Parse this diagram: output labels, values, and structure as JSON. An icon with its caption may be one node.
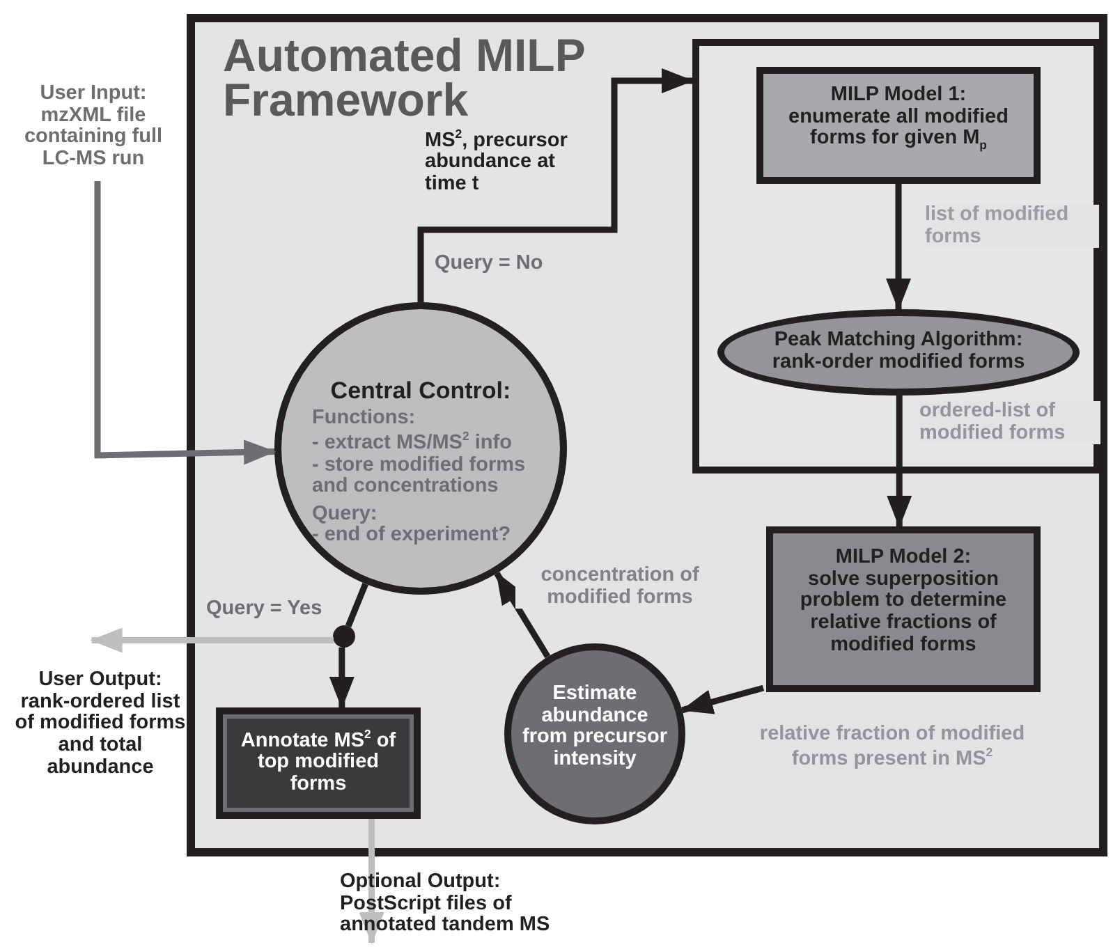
{
  "diagram": {
    "nodes": [
      {
        "text": [
          "Automated MILP Framework"
        ]
      },
      {
        "text": [],
        "shape": "box",
        "in": 0
      },
      {
        "text": [
          "MILP Model 1:",
          "enumerate all modified forms for given M$_{p}$"
        ],
        "in": 1
      },
      {
        "text": [
          "Peak Matching Algorithm:",
          "rank-order modified forms"
        ],
        "in": 1
      },
      {
        "text": [
          "Central Control:",
          "Functions:",
          "- extract MS/MS$^{2}$ info",
          "- store modified forms and concentrations",
          "Query:",
          "- end of experiment?"
        ],
        "in": 0
      },
      {
        "text": [
          "MILP Model 2:",
          "solve superposition problem to determine relative fractions of modified forms"
        ],
        "in": 0
      },
      {
        "text": [
          "Estimate abundance from precursor intensity"
        ],
        "in": 0
      },
      {
        "text": [
          "Annotate MS$^{2}$ of top modified forms"
        ],
        "in": 0
      },
      {
        "text": [],
        "shape": "circle",
        "in": 0
      },
      {
        "text": [
          "User Input: mzXML file containing full LC-MS run"
        ]
      },
      {
        "text": [
          "User Output: rank-ordered list of modified forms and total abundance"
        ]
      },
      {
        "text": [
          "Optional Output: PostScript files of annotated tandem MS"
        ]
      }
    ],
    "edges": [
      {
        "from": 9,
        "to": 4,
        "arrow": "to",
        "color": "#6d6e71"
      },
      {
        "from": 4,
        "to": 1,
        "arrow": "to",
        "label": "Query = No"
      },
      {
        "from": 2,
        "to": 3,
        "arrow": "to",
        "label": "list of modified forms"
      },
      {
        "from": 3,
        "to": 5,
        "arrow": "to",
        "label": "ordered-list of modified forms"
      },
      {
        "from": 5,
        "to": 6,
        "arrow": "to",
        "label": "relative fraction of modified forms present in MS$^{2}$"
      },
      {
        "from": 6,
        "to": 4,
        "arrow": "to",
        "label": "concentration of modified forms"
      },
      {
        "from": 4,
        "to": 8,
        "arrow": "none",
        "label": "Query = Yes"
      },
      {
        "from": 8,
        "to": 7,
        "arrow": "to"
      },
      {
        "from": 8,
        "to": 10,
        "arrow": "to",
        "color": "#bcbec0"
      },
      {
        "from": 7,
        "to": 11,
        "arrow": "to",
        "color": "#bcbec0"
      }
    ],
    "labels": [
      "MS$^{2}$, precursor abundance at time t"
    ]
  }
}
